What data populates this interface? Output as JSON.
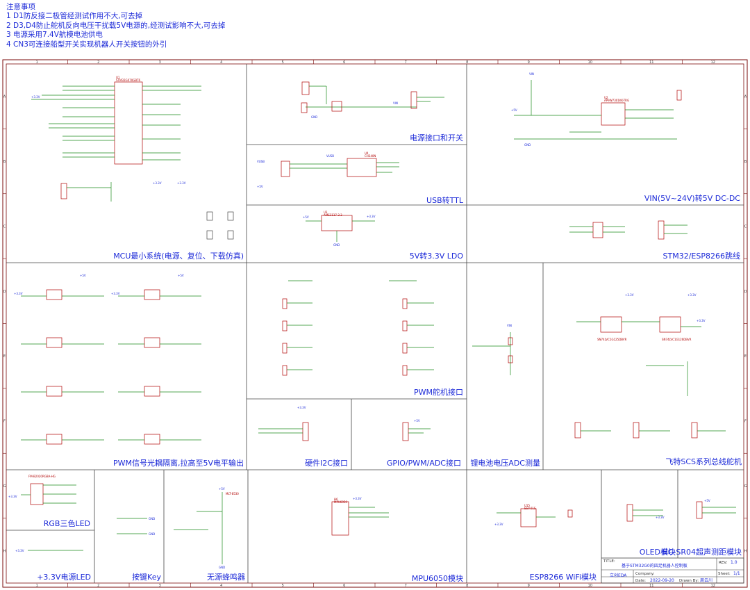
{
  "notes": {
    "heading": "注意事项",
    "items": [
      "1 D1防反接二极管经测试作用不大,可去掉",
      "2 D3,D4防止舵机反向电压干扰载5V电源的,经测试影响不大,可去掉",
      "3 电源采用7.4V航模电池供电",
      "4 CN3可连接船型开关实现机器人开关按钮的外引"
    ]
  },
  "ruler": {
    "columns": [
      "1",
      "2",
      "3",
      "4",
      "5",
      "6",
      "7",
      "8",
      "9",
      "10",
      "11",
      "12"
    ],
    "rows": [
      "A",
      "B",
      "C",
      "D",
      "E",
      "F",
      "G",
      "H"
    ]
  },
  "blocks": {
    "mcu": "MCU最小系统(电源、复位、下载仿真)",
    "power": "电源接口和开关",
    "vin": "VIN(5V~24V)转5V DC-DC",
    "usb": "USB转TTL",
    "ldo": "5V转3.3V LDO",
    "jumper": "STM32/ESP8266跳线",
    "optocoupler": "PWM信号光耦隔离,拉高至5V电平输出",
    "servo_pwm": "PWM舵机接口",
    "i2c": "硬件I2C接口",
    "gpio": "GPIO/PWM/ADC接口",
    "adc": "锂电池电压ADC测量",
    "scs": "飞特SCS系列总线舵机",
    "rgb": "RGB三色LED",
    "power_led": "+3.3V电源LED",
    "keys": "按键Key",
    "buzzer": "无源蜂鸣器",
    "mpu": "MPU6050模块",
    "esp": "ESP8266 WiFi模块",
    "oled": "OLED模块",
    "hcsr04": "HC-SR04超声测距模块"
  },
  "parts": {
    "mcu_ref": "U1",
    "mcu_part": "STM32G070GBT6",
    "ldo_part": "AMS1117-3.3",
    "ldo_ref": "U3",
    "usb_ic_ref": "U4",
    "usb_ic": "CH340N",
    "dcdc_ref": "U2",
    "dcdc": "AP9W7301KK-TRG",
    "mpu_ref": "H6",
    "mpu_part": "MPU6050",
    "esp_ref": "U15",
    "esp_part": "ESP-01S",
    "rgb_part": "FM-B2020RGBA-HG",
    "buzzer_part": "MLT-8530",
    "scs_ic_1": "SN74LVC1G125DBVR",
    "scs_ic_2": "SN74LVC1G126DBVR"
  },
  "nets": {
    "p33": "+3.3V",
    "p5": "+5V",
    "gnd": "GND",
    "vin": "VIN",
    "vusb": "VUSB"
  },
  "title_block": {
    "title_label": "TITLE:",
    "title_value": "基于STM32G0的四足机器人控制板",
    "rev_label": "REV:",
    "rev_value": "1.0",
    "company_label": "Company:",
    "sheet_label": "Sheet:",
    "sheet_value": "1/1",
    "date_label": "Date:",
    "date_value": "2022-09-20",
    "drawn_label": "Drawn By:",
    "drawn_value": "周云川",
    "logo": "立创EDA"
  },
  "colors": {
    "frame": "#7a0a0a",
    "label": "#1c2ad8",
    "wire": "#1a8a1a",
    "part": "#b00000"
  }
}
